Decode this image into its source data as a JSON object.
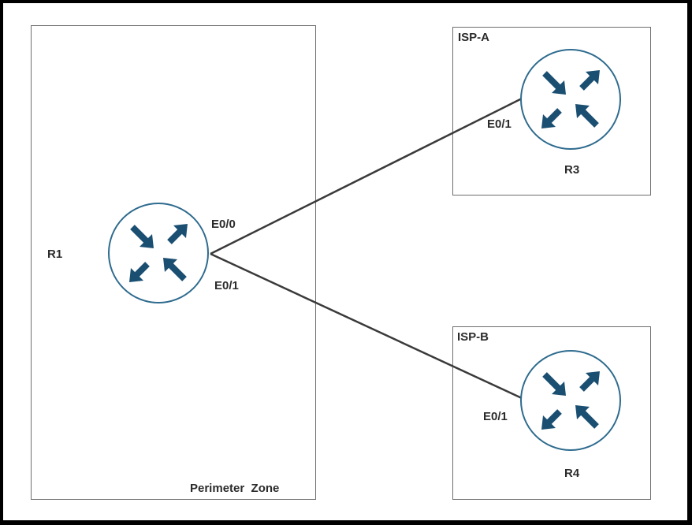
{
  "zones": {
    "perimeter": "Perimeter  Zone",
    "isp_a": "ISP-A",
    "isp_b": "ISP-B"
  },
  "routers": {
    "r1": "R1",
    "r3": "R3",
    "r4": "R4"
  },
  "interfaces": {
    "r1_e00": "E0/0",
    "r1_e01": "E0/1",
    "r3_e01": "E0/1",
    "r4_e01": "E0/1"
  },
  "colors": {
    "router_arrow": "#1b4f72",
    "router_outline": "#2e6b8e",
    "link": "#3a3a3a",
    "zone_border": "#6e6e6e"
  },
  "icons": {
    "router": "router-icon"
  }
}
